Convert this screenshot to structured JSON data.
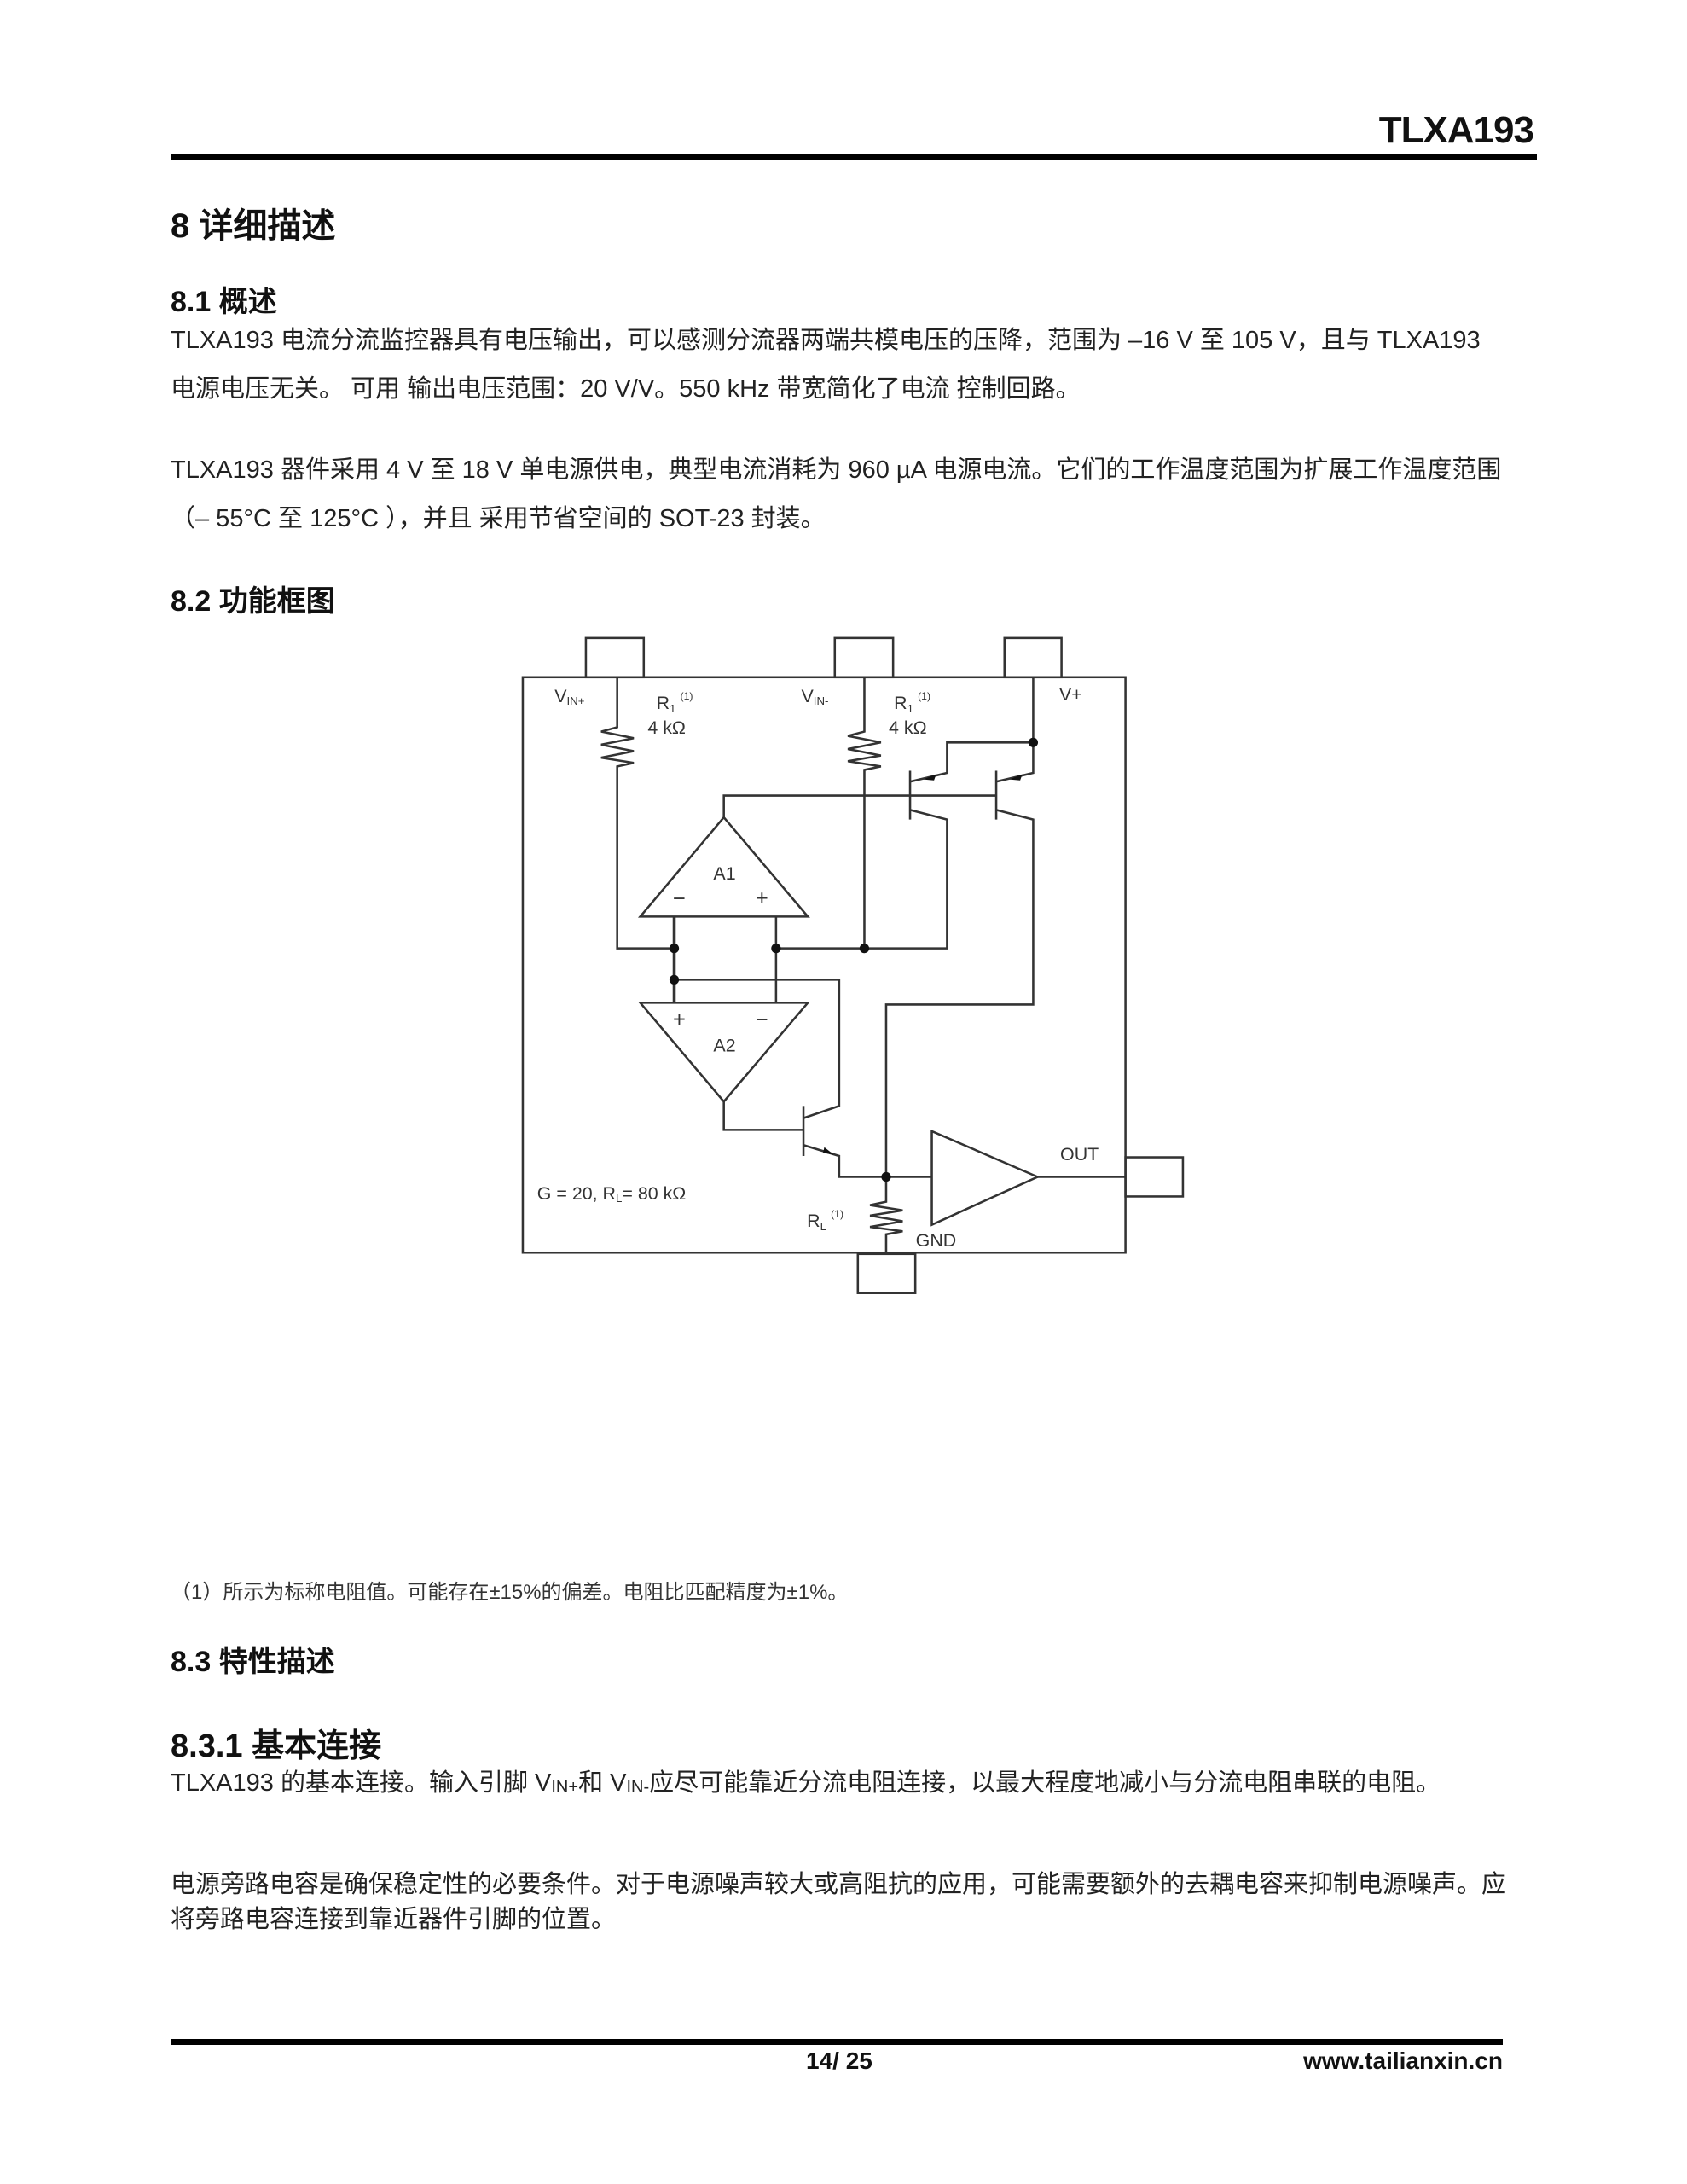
{
  "header": {
    "title": "TLXA193"
  },
  "section8": {
    "title": "8 详细描述"
  },
  "section8_1": {
    "title": "8.1 概述",
    "para1": "TLXA193 电流分流监控器具有电压输出，可以感测分流器两端共模电压的压降，范围为 –16 V 至 105 V，且与 TLXA193 电源电压无关。 可用 输出电压范围：20 V/V。550 kHz 带宽简化了电流 控制回路。",
    "para2": "TLXA193 器件采用 4 V 至 18 V 单电源供电，典型电流消耗为 960 µA 电源电流。它们的工作温度范围为扩展工作温度范围（– 55°C 至 125°C ），并且 采用节省空间的 SOT-23 封装。"
  },
  "section8_2": {
    "title": "8.2 功能框图",
    "footnote": "（1）所示为标称电阻值。可能存在±15%的偏差。电阻比匹配精度为±1%。",
    "diagram": {
      "vin_plus": {
        "main": "V",
        "sub": "IN+"
      },
      "vin_minus": {
        "main": "V",
        "sub": "IN-"
      },
      "vplus": "V+",
      "r1_left": {
        "main": "R",
        "sub": "1",
        "note": "(1)",
        "value": "4 kΩ"
      },
      "r1_right": {
        "main": "R",
        "sub": "1",
        "note": "(1)",
        "value": "4 kΩ"
      },
      "a1": {
        "label": "A1",
        "minus": "−",
        "plus": "+"
      },
      "a2": {
        "label": "A2",
        "minus": "−",
        "plus": "+"
      },
      "out": "OUT",
      "gnd": "GND",
      "gain": {
        "pre": "G = 20, R",
        "sub": "L",
        "post": "= 80 kΩ"
      },
      "rl": {
        "main": "R",
        "sub": "L",
        "note": "(1)"
      }
    }
  },
  "section8_3": {
    "title": "8.3 特性描述"
  },
  "section8_3_1": {
    "title": "8.3.1 基本连接",
    "para1": {
      "a": "TLXA193 的基本连接。输入引脚 V",
      "sub1": "IN+",
      "b": "和 V",
      "sub2": "IN-",
      "c": "应尽可能靠近分流电阻连接，以最大程度地减小与分流电阻串联的电阻。"
    },
    "para2": "电源旁路电容是确保稳定性的必要条件。对于电源噪声较大或高阻抗的应用，可能需要额外的去耦电容来抑制电源噪声。应将旁路电容连接到靠近器件引脚的位置。"
  },
  "footer": {
    "page": "14/ 25",
    "website": "www.tailianxin.cn"
  }
}
